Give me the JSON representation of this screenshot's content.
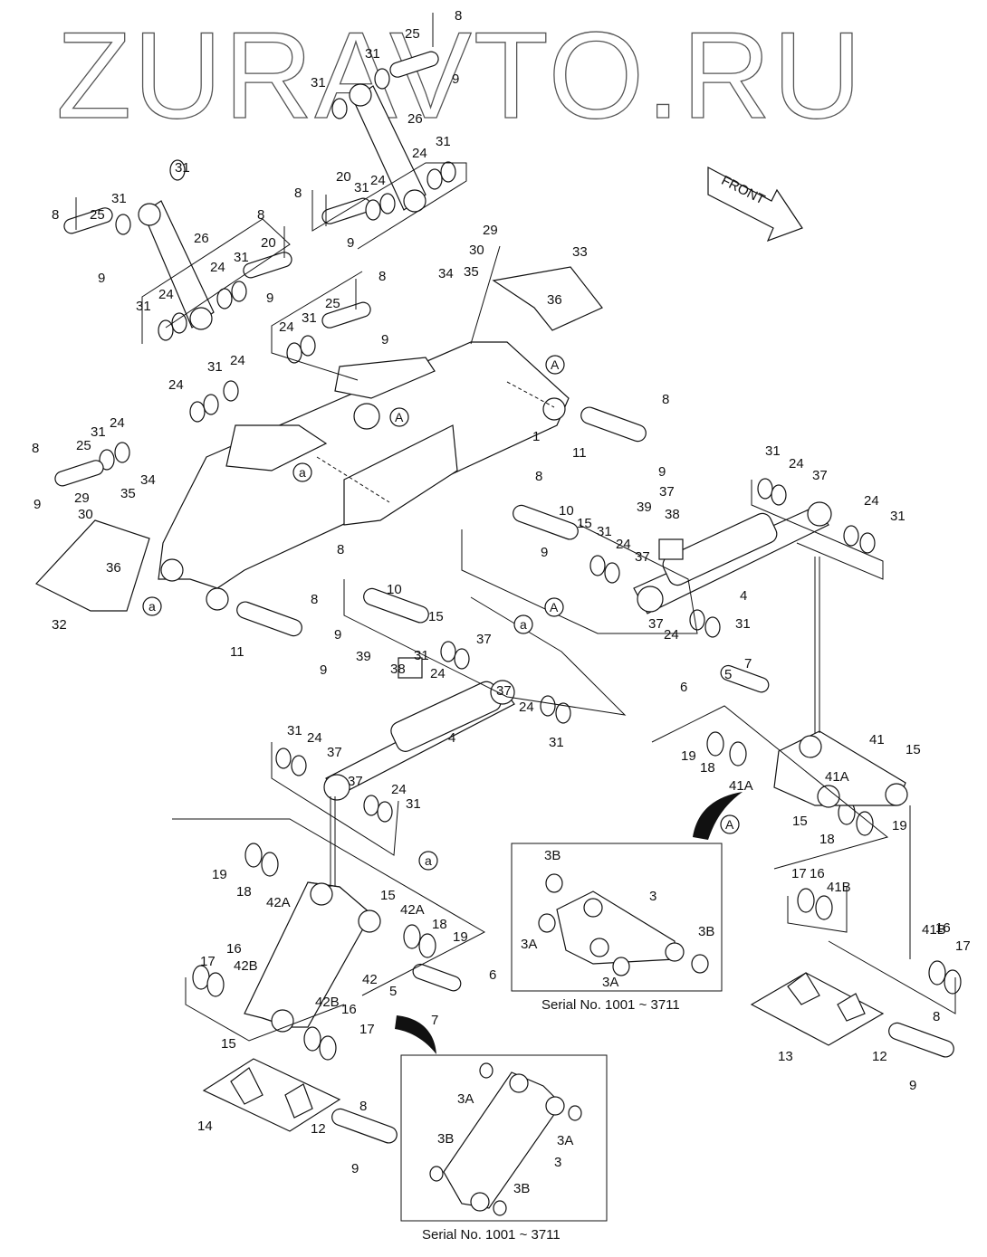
{
  "watermark": "ZURAVTO.RU",
  "direction_arrow": "FRONT",
  "insets": [
    {
      "caption": "Serial No. 1001 ~ 3711",
      "labels": [
        "3B",
        "3",
        "3A",
        "3A",
        "3B"
      ]
    },
    {
      "caption": "Serial No. 1001 ~ 3711",
      "labels": [
        "3A",
        "3A",
        "3B",
        "3",
        "3B"
      ]
    }
  ],
  "reference_markers": [
    "A",
    "a"
  ],
  "callouts": [
    {
      "id": "c1",
      "text": "8"
    },
    {
      "id": "c2",
      "text": "25"
    },
    {
      "id": "c3",
      "text": "31"
    },
    {
      "id": "c4",
      "text": "31"
    },
    {
      "id": "c5",
      "text": "9"
    },
    {
      "id": "c6",
      "text": "26"
    },
    {
      "id": "c7",
      "text": "31"
    },
    {
      "id": "c8",
      "text": "24"
    },
    {
      "id": "c9",
      "text": "24"
    },
    {
      "id": "c10",
      "text": "31"
    },
    {
      "id": "c11",
      "text": "8"
    },
    {
      "id": "c12",
      "text": "20"
    },
    {
      "id": "c13",
      "text": "9"
    },
    {
      "id": "c14",
      "text": "31"
    },
    {
      "id": "c15",
      "text": "31"
    },
    {
      "id": "c16",
      "text": "8"
    },
    {
      "id": "c17",
      "text": "25"
    },
    {
      "id": "c18",
      "text": "9"
    },
    {
      "id": "c19",
      "text": "26"
    },
    {
      "id": "c20",
      "text": "8"
    },
    {
      "id": "c21",
      "text": "20"
    },
    {
      "id": "c22",
      "text": "31"
    },
    {
      "id": "c23",
      "text": "24"
    },
    {
      "id": "c24",
      "text": "9"
    },
    {
      "id": "c25",
      "text": "31"
    },
    {
      "id": "c26",
      "text": "24"
    },
    {
      "id": "c27",
      "text": "8"
    },
    {
      "id": "c28",
      "text": "25"
    },
    {
      "id": "c29",
      "text": "24"
    },
    {
      "id": "c30",
      "text": "31"
    },
    {
      "id": "c31",
      "text": "9"
    },
    {
      "id": "c32",
      "text": "29"
    },
    {
      "id": "c33",
      "text": "30"
    },
    {
      "id": "c34",
      "text": "33"
    },
    {
      "id": "c35",
      "text": "34"
    },
    {
      "id": "c36",
      "text": "35"
    },
    {
      "id": "c37",
      "text": "36"
    },
    {
      "id": "c38",
      "text": "24"
    },
    {
      "id": "c39",
      "text": "31"
    },
    {
      "id": "c40",
      "text": "24"
    },
    {
      "id": "c41",
      "text": "8"
    },
    {
      "id": "c42",
      "text": "11"
    },
    {
      "id": "c43",
      "text": "9"
    },
    {
      "id": "c44",
      "text": "1"
    },
    {
      "id": "c45",
      "text": "8"
    },
    {
      "id": "c46",
      "text": "25"
    },
    {
      "id": "c47",
      "text": "31"
    },
    {
      "id": "c48",
      "text": "24"
    },
    {
      "id": "c49",
      "text": "9"
    },
    {
      "id": "c50",
      "text": "29"
    },
    {
      "id": "c51",
      "text": "30"
    },
    {
      "id": "c52",
      "text": "35"
    },
    {
      "id": "c53",
      "text": "34"
    },
    {
      "id": "c54",
      "text": "36"
    },
    {
      "id": "c55",
      "text": "32"
    },
    {
      "id": "c56",
      "text": "8"
    },
    {
      "id": "c57",
      "text": "10"
    },
    {
      "id": "c58",
      "text": "15"
    },
    {
      "id": "c59",
      "text": "9"
    },
    {
      "id": "c60",
      "text": "39"
    },
    {
      "id": "c61",
      "text": "38"
    },
    {
      "id": "c62",
      "text": "31"
    },
    {
      "id": "c63",
      "text": "24"
    },
    {
      "id": "c64",
      "text": "37"
    },
    {
      "id": "c65",
      "text": "37"
    },
    {
      "id": "c66",
      "text": "24"
    },
    {
      "id": "c67",
      "text": "31"
    },
    {
      "id": "c68",
      "text": "31"
    },
    {
      "id": "c69",
      "text": "24"
    },
    {
      "id": "c70",
      "text": "37"
    },
    {
      "id": "c71",
      "text": "4"
    },
    {
      "id": "c72",
      "text": "37"
    },
    {
      "id": "c73",
      "text": "24"
    },
    {
      "id": "c74",
      "text": "31"
    },
    {
      "id": "c75",
      "text": "8"
    },
    {
      "id": "c76",
      "text": "10"
    },
    {
      "id": "c77",
      "text": "15"
    },
    {
      "id": "c78",
      "text": "9"
    },
    {
      "id": "c79",
      "text": "8"
    },
    {
      "id": "c80",
      "text": "11"
    },
    {
      "id": "c81",
      "text": "9"
    },
    {
      "id": "c82",
      "text": "31"
    },
    {
      "id": "c83",
      "text": "24"
    },
    {
      "id": "c84",
      "text": "37"
    },
    {
      "id": "c85",
      "text": "39"
    },
    {
      "id": "c86",
      "text": "38"
    },
    {
      "id": "c87",
      "text": "4"
    },
    {
      "id": "c88",
      "text": "37"
    },
    {
      "id": "c89",
      "text": "24"
    },
    {
      "id": "c90",
      "text": "31"
    },
    {
      "id": "c91",
      "text": "31"
    },
    {
      "id": "c92",
      "text": "24"
    },
    {
      "id": "c93",
      "text": "37"
    },
    {
      "id": "c94",
      "text": "37"
    },
    {
      "id": "c95",
      "text": "24"
    },
    {
      "id": "c96",
      "text": "31"
    },
    {
      "id": "c97",
      "text": "6"
    },
    {
      "id": "c98",
      "text": "5"
    },
    {
      "id": "c99",
      "text": "7"
    },
    {
      "id": "c100",
      "text": "41"
    },
    {
      "id": "c101",
      "text": "15"
    },
    {
      "id": "c102",
      "text": "19"
    },
    {
      "id": "c103",
      "text": "18"
    },
    {
      "id": "c104",
      "text": "41A"
    },
    {
      "id": "c105",
      "text": "41A"
    },
    {
      "id": "c106",
      "text": "15"
    },
    {
      "id": "c107",
      "text": "18"
    },
    {
      "id": "c108",
      "text": "19"
    },
    {
      "id": "c109",
      "text": "19"
    },
    {
      "id": "c110",
      "text": "18"
    },
    {
      "id": "c111",
      "text": "42A"
    },
    {
      "id": "c112",
      "text": "15"
    },
    {
      "id": "c113",
      "text": "42A"
    },
    {
      "id": "c114",
      "text": "18"
    },
    {
      "id": "c115",
      "text": "19"
    },
    {
      "id": "c116",
      "text": "17"
    },
    {
      "id": "c117",
      "text": "16"
    },
    {
      "id": "c118",
      "text": "42B"
    },
    {
      "id": "c119",
      "text": "42"
    },
    {
      "id": "c120",
      "text": "6"
    },
    {
      "id": "c121",
      "text": "5"
    },
    {
      "id": "c122",
      "text": "7"
    },
    {
      "id": "c123",
      "text": "42B"
    },
    {
      "id": "c124",
      "text": "16"
    },
    {
      "id": "c125",
      "text": "17"
    },
    {
      "id": "c126",
      "text": "15"
    },
    {
      "id": "c127",
      "text": "14"
    },
    {
      "id": "c128",
      "text": "8"
    },
    {
      "id": "c129",
      "text": "12"
    },
    {
      "id": "c130",
      "text": "9"
    },
    {
      "id": "c131",
      "text": "17"
    },
    {
      "id": "c132",
      "text": "16"
    },
    {
      "id": "c133",
      "text": "41B"
    },
    {
      "id": "c134",
      "text": "41B"
    },
    {
      "id": "c135",
      "text": "16"
    },
    {
      "id": "c136",
      "text": "17"
    },
    {
      "id": "c137",
      "text": "13"
    },
    {
      "id": "c138",
      "text": "12"
    },
    {
      "id": "c139",
      "text": "8"
    },
    {
      "id": "c140",
      "text": "9"
    }
  ]
}
